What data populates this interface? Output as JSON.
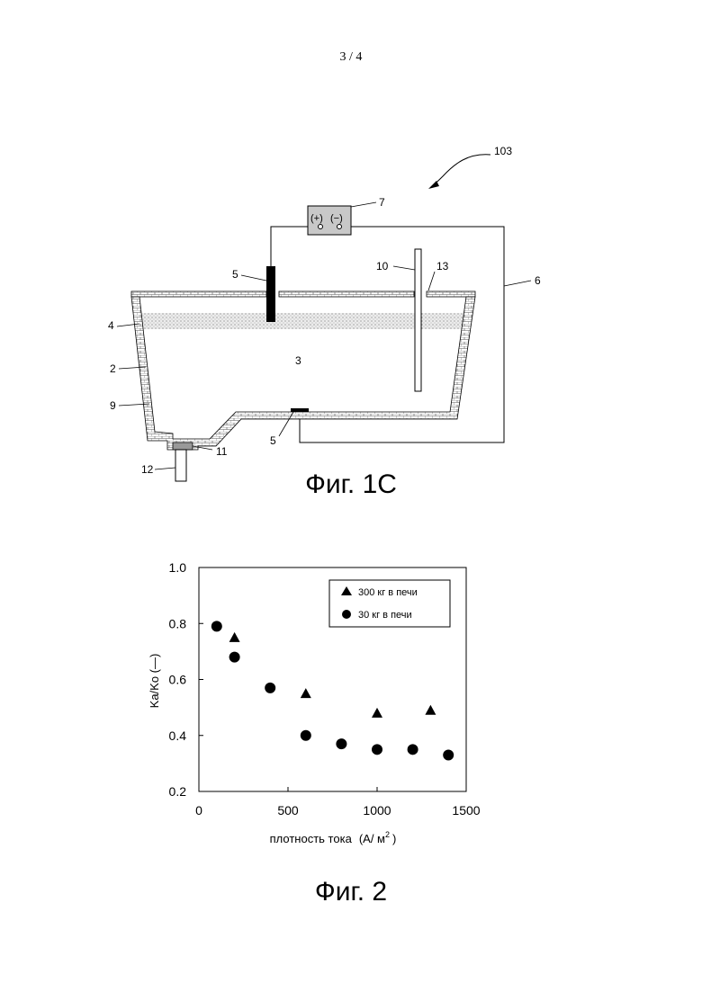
{
  "page_number": "3 / 4",
  "figure1": {
    "caption": "Фиг. 1C",
    "labels": {
      "n103": "103",
      "n7": "7",
      "n6": "6",
      "n5_top": "5",
      "n10": "10",
      "n13": "13",
      "n4": "4",
      "n3": "3",
      "n2": "2",
      "n9": "9",
      "n5_bottom": "5",
      "n11": "11",
      "n12": "12",
      "power_plus": "(+)",
      "power_minus": "(−)"
    }
  },
  "figure2": {
    "caption": "Фиг. 2",
    "chart_data": {
      "type": "scatter",
      "xlabel": "плотность тока",
      "xlabel_unit": "(A/ м",
      "xlabel_unit_sup": "2",
      "xlabel_unit_end": ")",
      "ylabel": "Ka/Ko (—)",
      "xlim": [
        0,
        1500
      ],
      "ylim": [
        0.2,
        1.0
      ],
      "x_ticks": [
        "0",
        "500",
        "1000",
        "1500"
      ],
      "y_ticks": [
        "0.2",
        "0.4",
        "0.6",
        "0.8",
        "1.0"
      ],
      "legend_position": "top-right",
      "series": [
        {
          "name": "300 кг в печи",
          "marker": "triangle",
          "x": [
            200,
            600,
            1000,
            1300
          ],
          "y": [
            0.75,
            0.55,
            0.48,
            0.49
          ]
        },
        {
          "name": "30 кг в печи",
          "marker": "circle",
          "x": [
            100,
            200,
            400,
            600,
            800,
            1000,
            1200,
            1400
          ],
          "y": [
            0.79,
            0.68,
            0.57,
            0.4,
            0.37,
            0.35,
            0.35,
            0.33
          ]
        }
      ]
    }
  }
}
